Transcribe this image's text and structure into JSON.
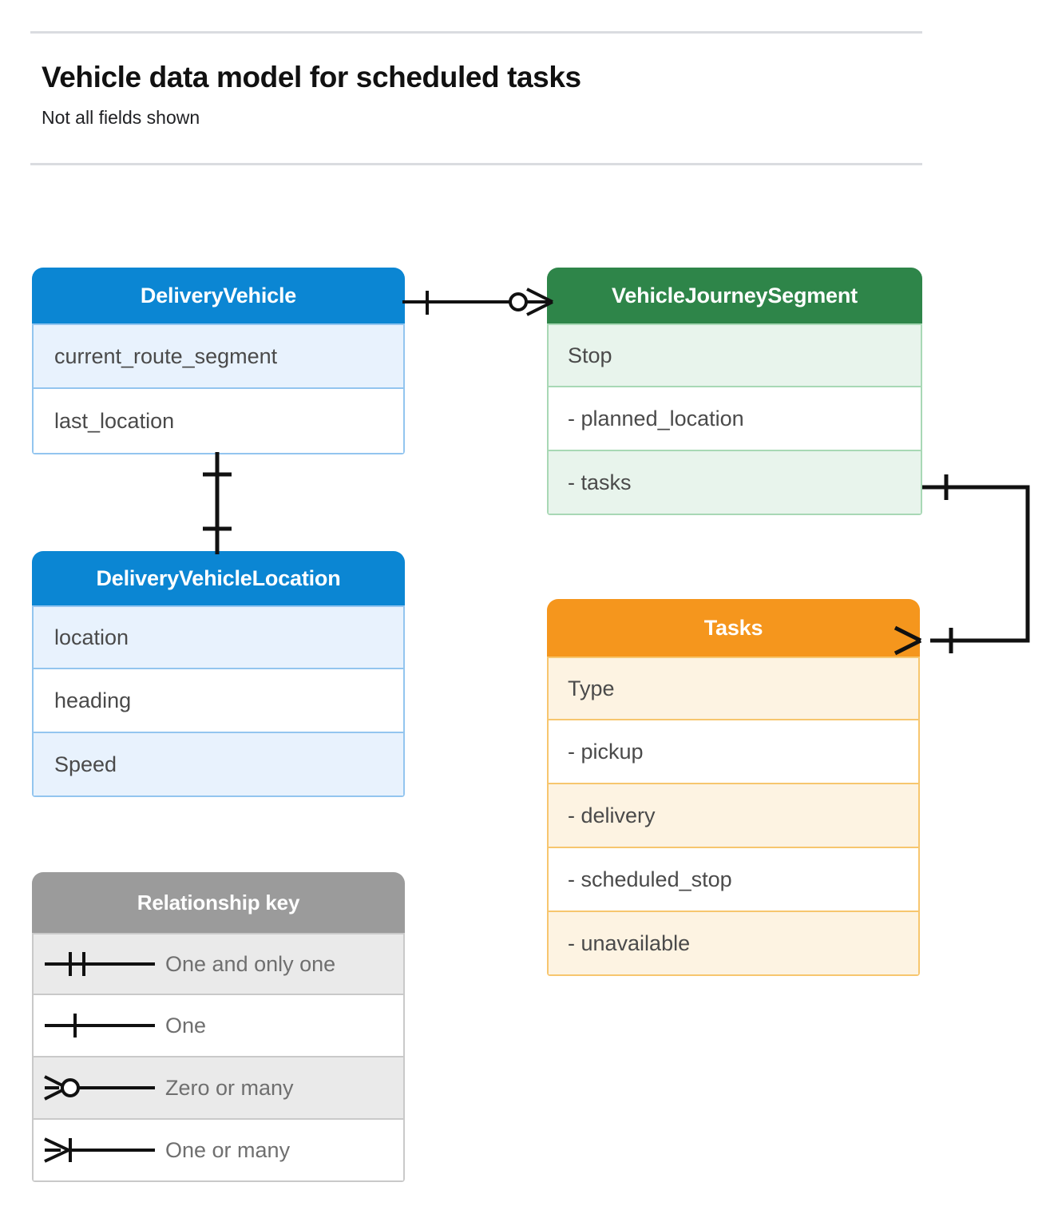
{
  "header": {
    "title": "Vehicle data model for scheduled tasks",
    "subtitle": "Not all fields shown"
  },
  "colors": {
    "blue": "#0b86d3",
    "blue_row": "#e8f2fd",
    "blue_border": "#93c5ef",
    "green": "#2e8549",
    "green_row": "#e8f4ec",
    "green_border": "#a8d8b5",
    "orange": "#f5961d",
    "orange_row": "#fdf3e2",
    "orange_border": "#f7c66e",
    "gray": "#9b9b9b",
    "gray_row": "#eaeaea",
    "line": "#111111"
  },
  "entities": {
    "delivery_vehicle": {
      "title": "DeliveryVehicle",
      "fields": [
        {
          "label": "current_route_segment"
        },
        {
          "label": "last_location"
        }
      ]
    },
    "delivery_vehicle_location": {
      "title": "DeliveryVehicleLocation",
      "fields": [
        {
          "label": "location"
        },
        {
          "label": "heading"
        },
        {
          "label": "Speed"
        }
      ]
    },
    "vehicle_journey_segment": {
      "title": "VehicleJourneySegment",
      "fields": [
        {
          "label": "Stop"
        },
        {
          "label": "-  planned_location"
        },
        {
          "label": "- tasks"
        }
      ]
    },
    "tasks": {
      "title": "Tasks",
      "fields": [
        {
          "label": "Type"
        },
        {
          "label": "-  pickup"
        },
        {
          "label": "-  delivery"
        },
        {
          "label": "-  scheduled_stop"
        },
        {
          "label": "-  unavailable"
        }
      ]
    }
  },
  "legend": {
    "title": "Relationship key",
    "items": [
      {
        "symbol": "one-and-only-one-icon",
        "label": "One and only one"
      },
      {
        "symbol": "one-icon",
        "label": "One"
      },
      {
        "symbol": "zero-or-many-icon",
        "label": "Zero or many"
      },
      {
        "symbol": "one-or-many-icon",
        "label": "One or many"
      }
    ]
  },
  "relationships": [
    {
      "from": "DeliveryVehicle",
      "to": "VehicleJourneySegment",
      "from_cardinality": "One",
      "to_cardinality": "Zero or many"
    },
    {
      "from": "DeliveryVehicle",
      "to": "DeliveryVehicleLocation",
      "from_cardinality": "One",
      "to_cardinality": "One"
    },
    {
      "from": "VehicleJourneySegment.tasks",
      "to": "Tasks",
      "from_cardinality": "One",
      "to_cardinality": "One or many"
    }
  ]
}
